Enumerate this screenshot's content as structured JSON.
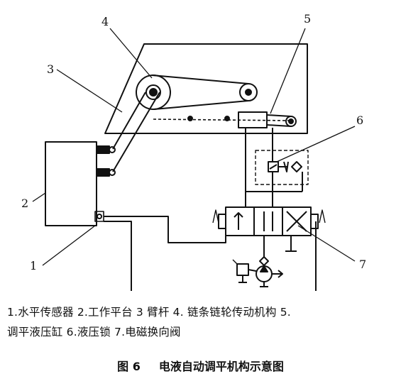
{
  "diagram": {
    "labels": [
      "1",
      "2",
      "3",
      "4",
      "5",
      "6",
      "7"
    ]
  },
  "legend": {
    "line1": "1.水平传感器 2.工作平台 3 臂杆 4. 链条链轮传动机构 5.",
    "line2": "调平液压缸 6.液压锁 7.电磁换向阀"
  },
  "caption": {
    "number": "图 6",
    "title": "电液自动调平机构示意图"
  }
}
